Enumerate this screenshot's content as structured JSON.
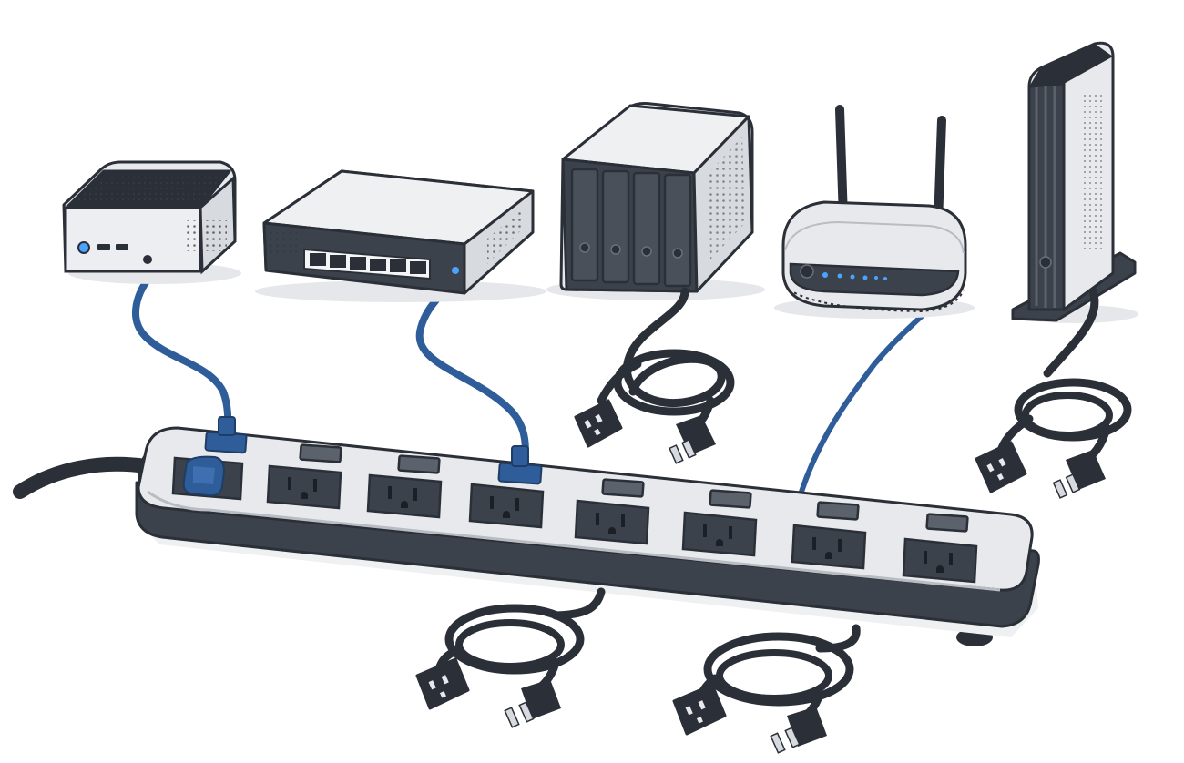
{
  "palette": {
    "background": "#ffffff",
    "outline": "#2b3038",
    "dark_body": "#3c424b",
    "light_body": "#e7e9ec",
    "mid_gray": "#b9bdc3",
    "network_cable": "#2f5d9a",
    "network_cable_highlight": "#4a7bc0",
    "power_cable": "#2b3038",
    "indicator_led": "#4aa3ff"
  },
  "devices": [
    {
      "id": "mini-pc",
      "icon": "mini-pc"
    },
    {
      "id": "network-switch",
      "icon": "network-switch",
      "ports": 6
    },
    {
      "id": "nas",
      "icon": "nas-enclosure",
      "drive_bays": 4
    },
    {
      "id": "wifi-router",
      "icon": "wifi-router",
      "antennas": 2
    },
    {
      "id": "tower-modem",
      "icon": "tower-modem"
    }
  ],
  "power_strip": {
    "outlets": 8,
    "switches": 7,
    "network_plugs": 2
  },
  "loose_cords": 4
}
